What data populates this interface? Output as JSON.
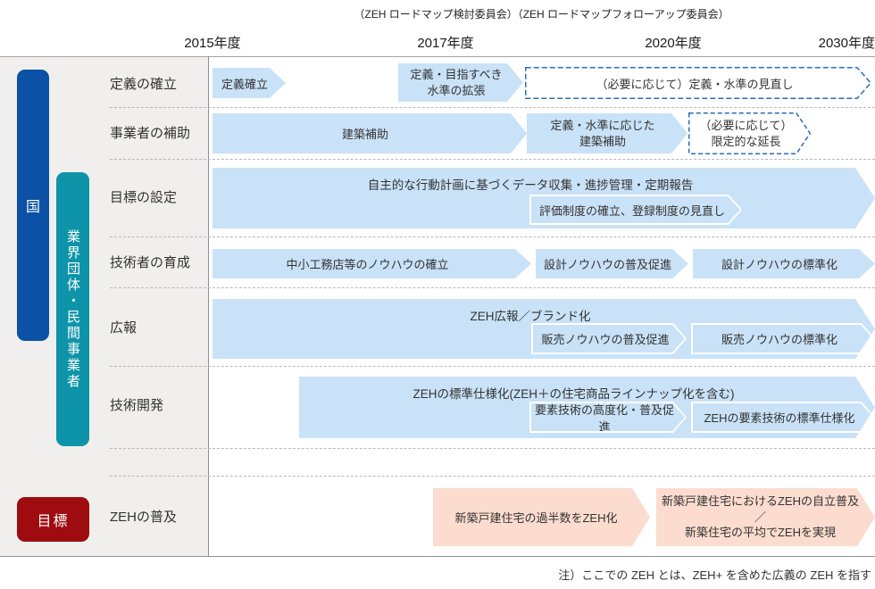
{
  "header": {
    "committee": "（ZEH ロードマップ検討委員会）（ZEH ロードマップフォローアップ委員会）",
    "years": [
      "2015年度",
      "2017年度",
      "2020年度",
      "2030年度"
    ]
  },
  "actors": {
    "national": "国",
    "industry_group": "業界団体・民間事業者",
    "goal": "目標"
  },
  "row_labels": [
    "定義の確立",
    "事業者の補助",
    "目標の設定",
    "技術者の育成",
    "広報",
    "技術開発",
    "ZEHの普及"
  ],
  "rows": {
    "definition": {
      "establish": "定義確立",
      "expand": "定義・目指すべき\n水準の拡張",
      "review": "（必要に応じて）定義・水準の見直し"
    },
    "subsidy": {
      "construction": "建築補助",
      "by_level": "定義・水準に応じた\n建築補助",
      "extension": "（必要に応じて）\n限定的な延長"
    },
    "target": {
      "main": "自主的な行動計画に基づくデータ収集・進捗管理・定期報告",
      "sub": "評価制度の確立、登録制度の見直し"
    },
    "engineers": {
      "knowhow": "中小工務店等のノウハウの確立",
      "design_spread": "設計ノウハウの普及促進",
      "design_standard": "設計ノウハウの標準化"
    },
    "pr": {
      "main": "ZEH広報／ブランド化",
      "sales_spread": "販売ノウハウの普及促進",
      "sales_standard": "販売ノウハウの標準化"
    },
    "tech": {
      "main": "ZEHの標準仕様化(ZEH＋の住宅商品ラインナップ化を含む)",
      "element_upgrade": "要素技術の高度化・普及促進",
      "element_standard": "ZEHの要素技術の標準仕様化"
    },
    "spread": {
      "half": "新築戸建住宅の過半数をZEH化",
      "goal2030": "新築戸建住宅におけるZEHの自立普及／\n新築住宅の平均でZEHを実現"
    }
  },
  "note": "注）ここでの ZEH とは、ZEH+ を含めた広義の ZEH を指す",
  "colors": {
    "light_blue": "#c9e2f7",
    "deep_blue": "#0b51a5",
    "teal": "#0e94a8",
    "dark_red": "#9e0c10",
    "light_pink": "#fbdcce",
    "dashed_blue": "#2a6db5"
  }
}
